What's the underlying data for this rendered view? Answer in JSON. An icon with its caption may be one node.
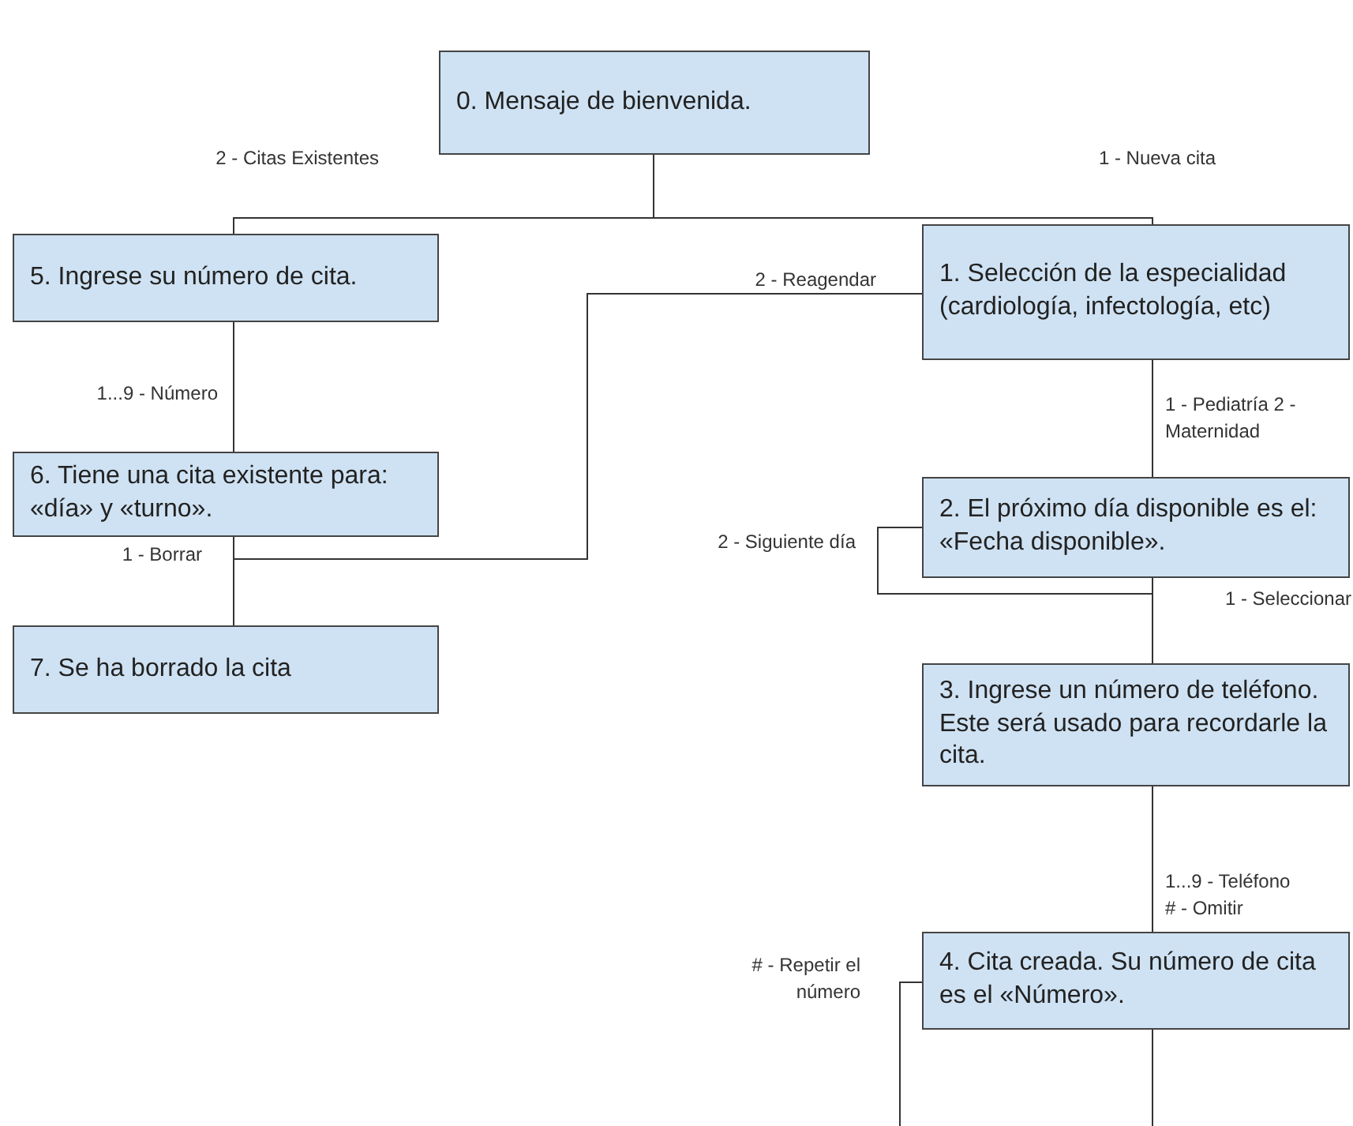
{
  "diagram": {
    "nodes": [
      {
        "text": [
          "0. Mensaje de bienvenida."
        ]
      },
      {
        "text": [
          "1. Selección de la especialidad (cardiología, infectología, etc)"
        ]
      },
      {
        "text": [
          "2. El próximo día disponible es el: «Fecha disponible»."
        ]
      },
      {
        "text": [
          "3. Ingrese un número de teléfono. Este será usado para recordarle la cita."
        ]
      },
      {
        "text": [
          "4. Cita creada. Su número de cita es el «Número»."
        ]
      },
      {
        "text": [
          "5. Ingrese su número de cita."
        ]
      },
      {
        "text": [
          "6. Tiene una cita existente para: «día» y «turno»."
        ]
      },
      {
        "text": [
          "7. Se ha borrado la cita"
        ]
      }
    ],
    "edges": [
      {
        "from": 0,
        "to": 5,
        "arrow": "none",
        "label": "2 - Citas Existentes"
      },
      {
        "from": 0,
        "to": 1,
        "arrow": "none",
        "label": "1 - Nueva cita"
      },
      {
        "from": 5,
        "to": 6,
        "arrow": "none",
        "label": "1...9 - Número"
      },
      {
        "from": 6,
        "to": 7,
        "arrow": "none",
        "label": "1 - Borrar"
      },
      {
        "from": 6,
        "to": 1,
        "arrow": "none",
        "label": "2 - Reagendar"
      },
      {
        "from": 1,
        "to": 2,
        "arrow": "none",
        "label": "1 - Pediatría 2 - Maternidad"
      },
      {
        "from": 2,
        "to": 2,
        "arrow": "none",
        "label": "2 - Siguiente día"
      },
      {
        "from": 2,
        "to": 3,
        "arrow": "none",
        "label": "1 - Seleccionar"
      },
      {
        "from": 3,
        "to": 4,
        "arrow": "none",
        "label": "1...9 - Teléfono # - Omitir"
      },
      {
        "from": 4,
        "to": null,
        "arrow": "none",
        "label": "# - Repetir el número"
      },
      {
        "from": 4,
        "to": null,
        "arrow": "none"
      }
    ]
  }
}
